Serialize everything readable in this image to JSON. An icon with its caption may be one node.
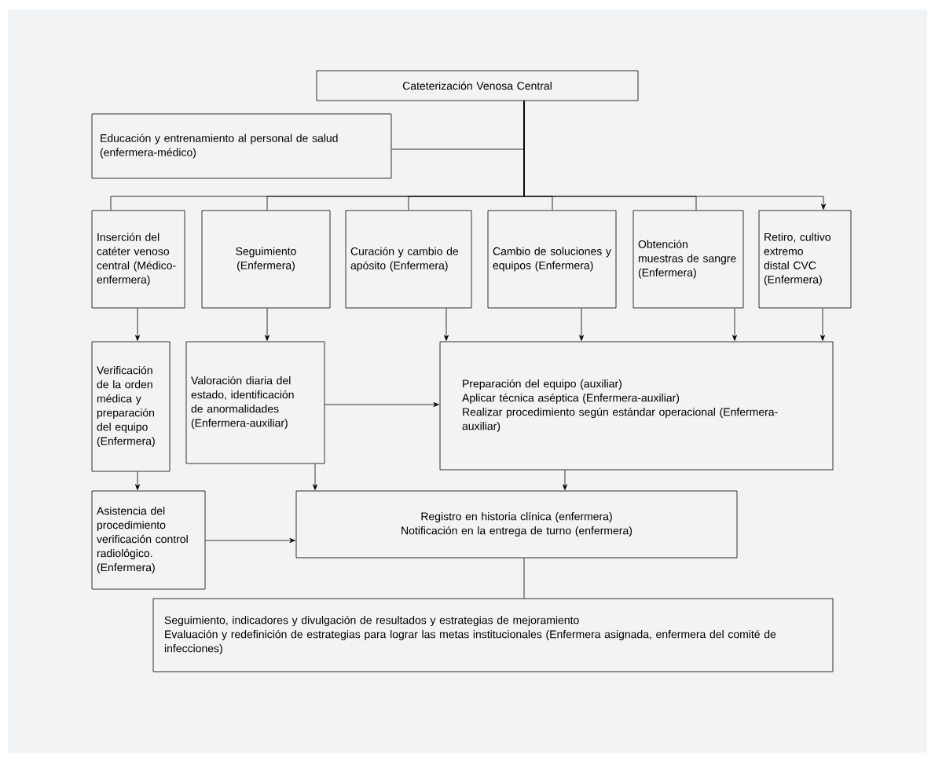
{
  "diagram": {
    "nodes": [
      {
        "text": [
          "Cateterización Venosa Central"
        ]
      },
      {
        "text": [
          "Educación y entrenamiento al personal de salud (enfermera-médico)"
        ]
      },
      {
        "text": [
          "Inserción del catéter venoso central (Médico-enfermera)"
        ]
      },
      {
        "text": [
          "Seguimiento (Enfermera)"
        ]
      },
      {
        "text": [
          "Curación y cambio de apósito (Enfermera)"
        ]
      },
      {
        "text": [
          "Cambio de soluciones y equipos (Enfermera)"
        ]
      },
      {
        "text": [
          "Obtención muestras de sangre (Enfermera)"
        ]
      },
      {
        "text": [
          "Retiro, cultivo extremo distal CVC (Enfermera)"
        ]
      },
      {
        "text": [
          "Verificación de la orden médica y preparación del equipo (Enfermera)"
        ]
      },
      {
        "text": [
          "Valoración diaria del estado, identificación de anormalidades (Enfermera-auxiliar)"
        ]
      },
      {
        "text": [
          "Preparación del equipo (auxiliar)",
          "Aplicar técnica aséptica (Enfermera-auxiliar)",
          "Realizar procedimiento según estándar operacional (Enfermera-auxiliar)"
        ]
      },
      {
        "text": [
          "Asistencia del procedimiento verificación control radiológico. (Enfermera)"
        ]
      },
      {
        "text": [
          "Registro en historia clínica (enfermera)",
          "Notificación en la entrega de turno (enfermera)"
        ]
      },
      {
        "text": [
          "Seguimiento, indicadores y divulgación de resultados y estrategias de mejoramiento",
          "Evaluación y redefinición de estrategias para lograr las metas institucionales (Enfermera asignada, enfermera del comité de infecciones)"
        ]
      }
    ],
    "edges": [
      {
        "from": 0,
        "to": 1,
        "arrow": "none"
      },
      {
        "from": 0,
        "to": 2,
        "arrow": "none"
      },
      {
        "from": 0,
        "to": 3,
        "arrow": "none"
      },
      {
        "from": 0,
        "to": 4,
        "arrow": "none"
      },
      {
        "from": 0,
        "to": 5,
        "arrow": "none"
      },
      {
        "from": 0,
        "to": 6,
        "arrow": "none"
      },
      {
        "from": 0,
        "to": 7,
        "arrow": "to"
      },
      {
        "from": 2,
        "to": 8,
        "arrow": "to"
      },
      {
        "from": 3,
        "to": 9,
        "arrow": "to"
      },
      {
        "from": 4,
        "to": 10,
        "arrow": "to"
      },
      {
        "from": 5,
        "to": 10,
        "arrow": "to"
      },
      {
        "from": 6,
        "to": 10,
        "arrow": "to"
      },
      {
        "from": 7,
        "to": 10,
        "arrow": "to"
      },
      {
        "from": 9,
        "to": 10,
        "arrow": "to"
      },
      {
        "from": 8,
        "to": 11,
        "arrow": "to"
      },
      {
        "from": 9,
        "to": 12,
        "arrow": "to"
      },
      {
        "from": 10,
        "to": 12,
        "arrow": "to"
      },
      {
        "from": 11,
        "to": 12,
        "arrow": "to"
      },
      {
        "from": 12,
        "to": 13,
        "arrow": "none"
      }
    ]
  }
}
